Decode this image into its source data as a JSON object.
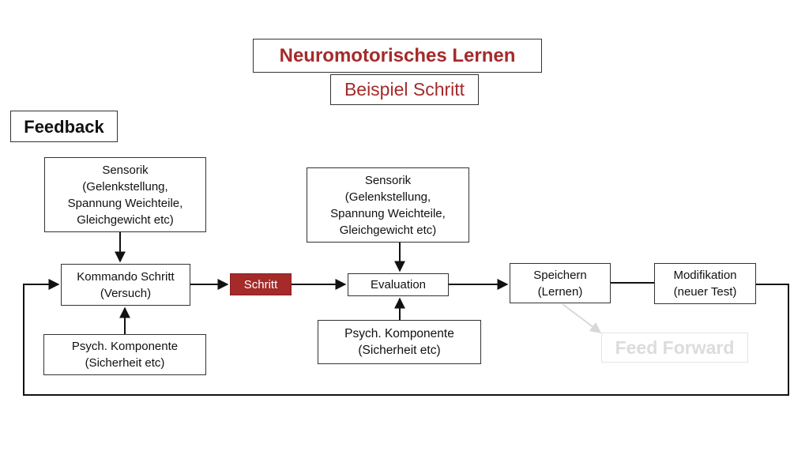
{
  "title": "Neuromotorisches Lernen",
  "subtitle": "Beispiel Schritt",
  "feedback_label": "Feedback",
  "nodes": {
    "sensorik_left": [
      "Sensorik",
      "(Gelenkstellung,",
      "Spannung Weichteile,",
      "Gleichgewicht  etc)"
    ],
    "kommando": [
      "Kommando Schritt",
      "(Versuch)"
    ],
    "psych_left": [
      "Psych. Komponente",
      "(Sicherheit  etc)"
    ],
    "schritt": "Schritt",
    "sensorik_right": [
      "Sensorik",
      "(Gelenkstellung,",
      "Spannung Weichteile,",
      "Gleichgewicht  etc)"
    ],
    "evaluation": "Evaluation",
    "psych_right": [
      "Psych. Komponente",
      "(Sicherheit  etc)"
    ],
    "speichern": [
      "Speichern",
      "(Lernen)"
    ],
    "modifikation": [
      "Modifikation",
      "(neuer Test)"
    ],
    "feed_forward": "Feed Forward"
  },
  "colors": {
    "accent": "#a52a2a",
    "line": "#111111",
    "faded": "#dcdcdc"
  }
}
